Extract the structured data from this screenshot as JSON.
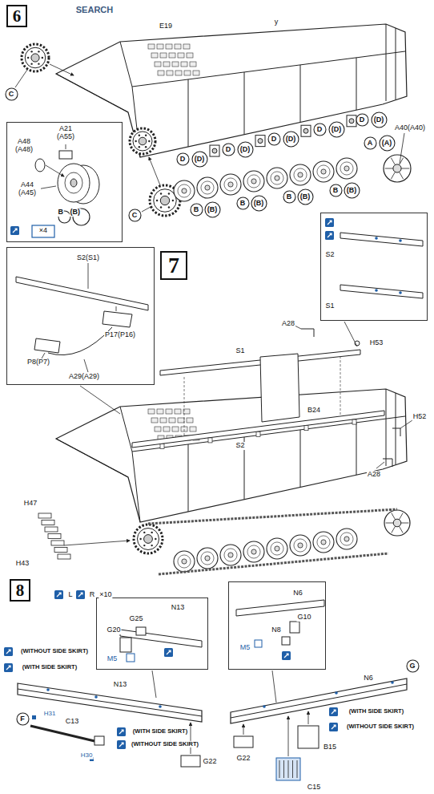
{
  "diagram": {
    "nodes": [
      {
        "text": [
          "6"
        ]
      },
      {
        "text": [
          "C"
        ]
      },
      {
        "text": [
          "A48 (A48)",
          "A21 (A55)",
          "A44 (A45)",
          "×4"
        ]
      },
      {
        "text": [
          "B"
        ],
        "in": 2
      },
      {
        "text": [
          "(B)"
        ],
        "in": 2
      },
      {
        "text": [
          "C"
        ]
      },
      {
        "text": [
          "D"
        ]
      },
      {
        "text": [
          "(D)"
        ]
      },
      {
        "text": [
          "D"
        ]
      },
      {
        "text": [
          "(D)"
        ]
      },
      {
        "text": [
          "D"
        ]
      },
      {
        "text": [
          "(D)"
        ]
      },
      {
        "text": [
          "D"
        ]
      },
      {
        "text": [
          "(D)"
        ]
      },
      {
        "text": [
          "D"
        ]
      },
      {
        "text": [
          "(D)"
        ]
      },
      {
        "text": [
          "A"
        ]
      },
      {
        "text": [
          "(A)"
        ]
      },
      {
        "text": [
          "B"
        ]
      },
      {
        "text": [
          "(B)"
        ]
      },
      {
        "text": [
          "B"
        ]
      },
      {
        "text": [
          "(B)"
        ]
      },
      {
        "text": [
          "B"
        ]
      },
      {
        "text": [
          "(B)"
        ]
      },
      {
        "text": [
          "B"
        ]
      },
      {
        "text": [
          "(B)"
        ]
      },
      {
        "text": [
          "7"
        ]
      },
      {
        "text": [
          "S2(S1)",
          "P8(P7)",
          "P17(P16)",
          "A29(A29)"
        ]
      },
      {
        "text": [
          "S2",
          "S1"
        ]
      },
      {
        "text": [
          "8"
        ]
      },
      {
        "text": [
          "G"
        ]
      },
      {
        "text": [
          "F"
        ]
      },
      {
        "text": [
          "N13",
          "G20",
          "G25",
          "M5"
        ]
      },
      {
        "text": [
          "N6",
          "N8",
          "G10",
          "M5"
        ]
      }
    ],
    "labels": [
      "SEARCH",
      "E19",
      "y",
      "A40(A40)",
      "A28",
      "H53",
      "S1",
      "B24",
      "H52",
      "S2",
      "A28",
      "H47",
      "H43",
      "L",
      "R",
      "×10",
      "(WITHOUT SIDE SKIRT)",
      "(WITH SIDE SKIRT)",
      "N13",
      "H31",
      "C13",
      "H30",
      "(WITH SIDE SKIRT)",
      "(WITHOUT SIDE SKIRT)",
      "G22",
      "N6",
      "(WITH SIDE SKIRT)",
      "(WITHOUT SIDE SKIRT)",
      "G22",
      "B15",
      "C15"
    ]
  }
}
